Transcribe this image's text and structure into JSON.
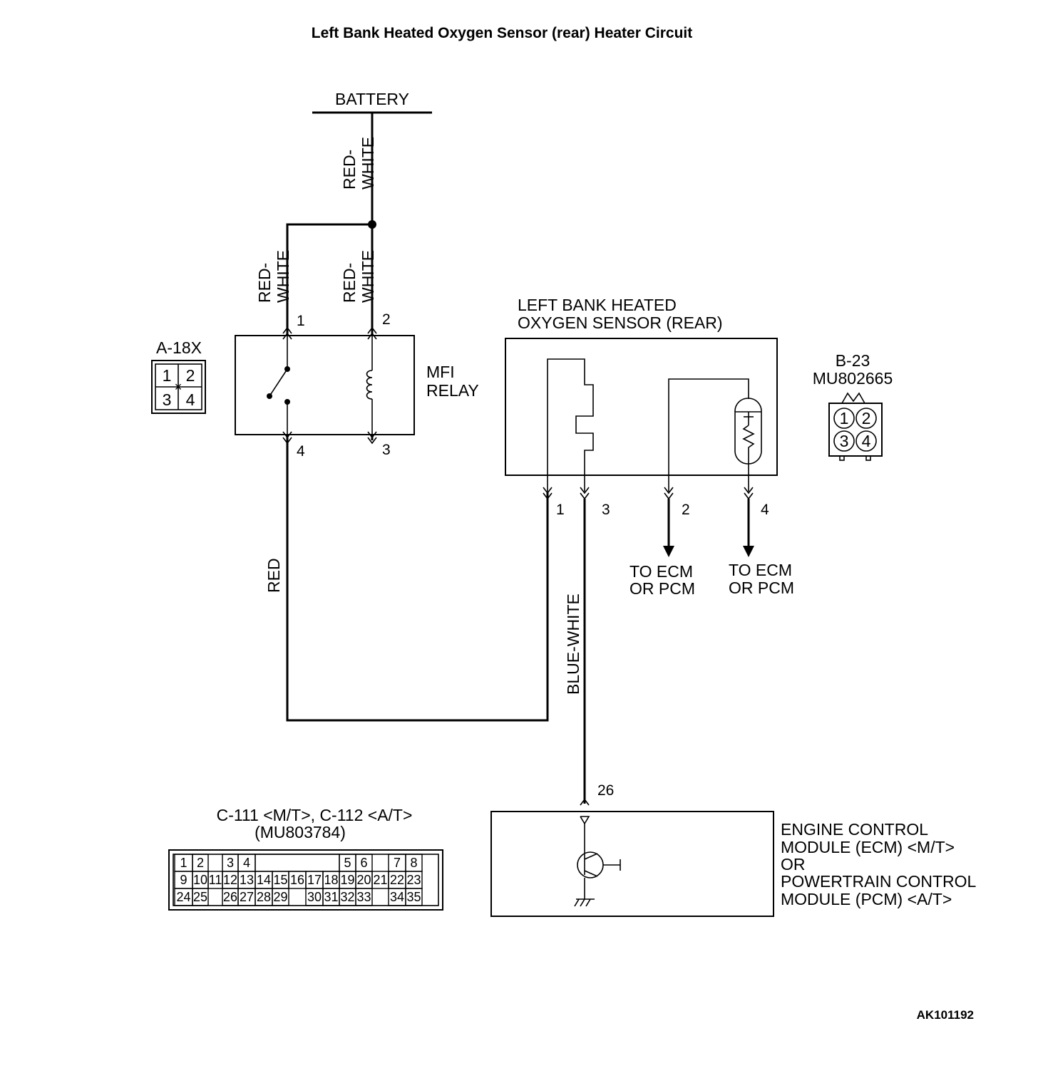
{
  "title": "Left Bank Heated Oxygen Sensor (rear) Heater Circuit",
  "figure_code": "AK101192",
  "battery": {
    "label": "BATTERY"
  },
  "wires": {
    "battery_feed": [
      "RED-",
      "WHITE"
    ],
    "relay_pin1": [
      "RED-",
      "WHITE"
    ],
    "relay_pin2": [
      "RED-",
      "WHITE"
    ],
    "relay_to_sensor": "RED",
    "sensor_to_ecm": "BLUE-WHITE"
  },
  "relay": {
    "name_lines": [
      "MFI",
      "RELAY"
    ],
    "pins": {
      "p1": "1",
      "p2": "2",
      "p3": "3",
      "p4": "4"
    }
  },
  "connector_a18x": {
    "label": "A-18X",
    "cells": [
      "1",
      "2",
      "3",
      "4"
    ]
  },
  "sensor": {
    "name_lines": [
      "LEFT BANK HEATED",
      "OXYGEN SENSOR (REAR)"
    ],
    "pins": {
      "p1": "1",
      "p2": "2",
      "p3": "3",
      "p4": "4"
    },
    "to_ecm_a": [
      "TO ECM",
      "OR PCM"
    ],
    "to_ecm_b": [
      "TO ECM",
      "OR PCM"
    ]
  },
  "connector_b23": {
    "label": "B-23",
    "part": "MU802665",
    "cells": [
      "1",
      "2",
      "3",
      "4"
    ]
  },
  "ecm": {
    "pin": "26",
    "name_lines": [
      "ENGINE CONTROL",
      "MODULE (ECM) <M/T>",
      "OR",
      "POWERTRAIN CONTROL",
      "MODULE (PCM) <A/T>"
    ]
  },
  "connector_c111": {
    "label": "C-111 <M/T>, C-112 <A/T>",
    "part": "(MU803784)",
    "row1": [
      "1",
      "2",
      "",
      "3",
      "4",
      "",
      "",
      "",
      "",
      "",
      "5",
      "6",
      "",
      "7",
      "8"
    ],
    "row2": [
      "9",
      "10",
      "11",
      "12",
      "13",
      "14",
      "15",
      "16",
      "17",
      "18",
      "19",
      "20",
      "21",
      "22",
      "23"
    ],
    "row3": [
      "24",
      "25",
      "",
      "26",
      "27",
      "28",
      "29",
      "",
      "30",
      "31",
      "32",
      "33",
      "",
      "34",
      "35"
    ]
  }
}
